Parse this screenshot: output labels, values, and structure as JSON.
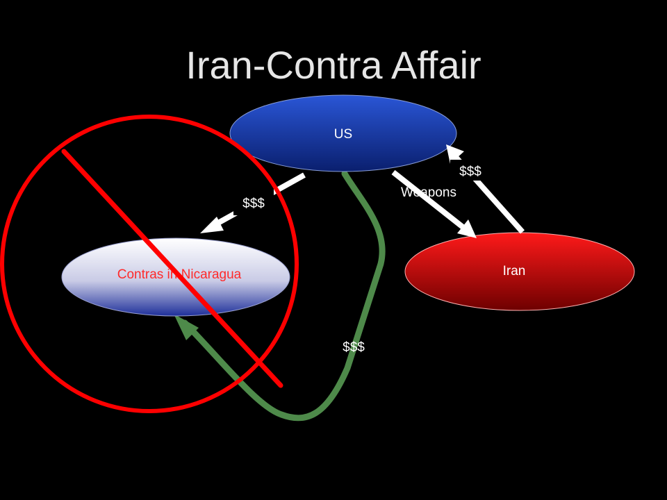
{
  "title": "Iran-Contra Affair",
  "nodes": {
    "us": {
      "label": "US",
      "color": "#0a2a8a",
      "label_color": "#ffffff"
    },
    "iran": {
      "label": "Iran",
      "color": "#e00000",
      "label_color": "#ffffff"
    },
    "contras": {
      "label": "Contras in Nicaragua",
      "color": "#f2f2f8",
      "label_color": "#ff2a2a"
    }
  },
  "edges": {
    "us_to_contras": {
      "label": "$$$"
    },
    "us_to_iran": {
      "label": "Weapons"
    },
    "iran_to_us": {
      "label": "$$$"
    },
    "us_via_loop_to_contras": {
      "label": "$$$",
      "color": "#4e8a4a"
    }
  },
  "prohibition_symbol": {
    "color": "#ff0000"
  },
  "arrow_color": "#ffffff"
}
